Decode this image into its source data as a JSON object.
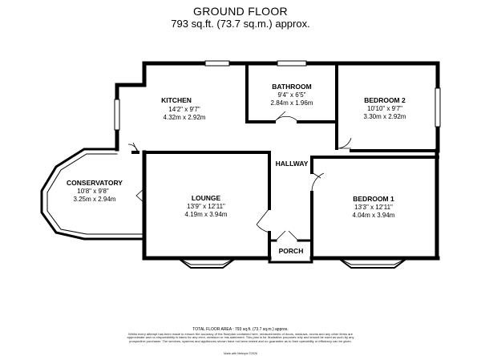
{
  "header": {
    "title": "GROUND FLOOR",
    "area": "793 sq.ft. (73.7 sq.m.) approx."
  },
  "rooms": {
    "kitchen": {
      "name": "KITCHEN",
      "imperial": "14'2\" x 9'7\"",
      "metric": "4.32m  x 2.92m"
    },
    "bathroom": {
      "name": "BATHROOM",
      "imperial": "9'4\" x 6'5\"",
      "metric": "2.84m  x 1.96m"
    },
    "bedroom2": {
      "name": "BEDROOM 2",
      "imperial": "10'10\" x 9'7\"",
      "metric": "3.30m  x 2.92m"
    },
    "conservatory": {
      "name": "CONSERVATORY",
      "imperial": "10'8\" x 9'8\"",
      "metric": "3.25m  x 2.94m"
    },
    "lounge": {
      "name": "LOUNGE",
      "imperial": "13'9\" x 12'11\"",
      "metric": "4.19m  x 3.94m"
    },
    "bedroom1": {
      "name": "BEDROOM 1",
      "imperial": "13'3\" x 12'11\"",
      "metric": "4.04m  x 3.94m"
    },
    "hallway": {
      "name": "HALLWAY"
    },
    "porch": {
      "name": "PORCH"
    }
  },
  "footer": {
    "total_area": "TOTAL FLOOR AREA : 793 sq.ft. (73.7 sq.m.) approx.",
    "disclaimer": "Whilst every attempt has been made to ensure the accuracy of the floorplan contained here, measurements of doors, windows, rooms and any other items are approximate and no responsibility is taken for any error, omission or mis-statement. This plan is for illustrative purposes only and should be used as such by any prospective purchaser. The services, systems and appliances shown have not been tested and no guarantee as to their operability or efficiency can be given.",
    "credit": "Made with Metropix ©2026"
  },
  "colors": {
    "wall": "#000000",
    "window": "#ffffff",
    "background": "#ffffff"
  }
}
